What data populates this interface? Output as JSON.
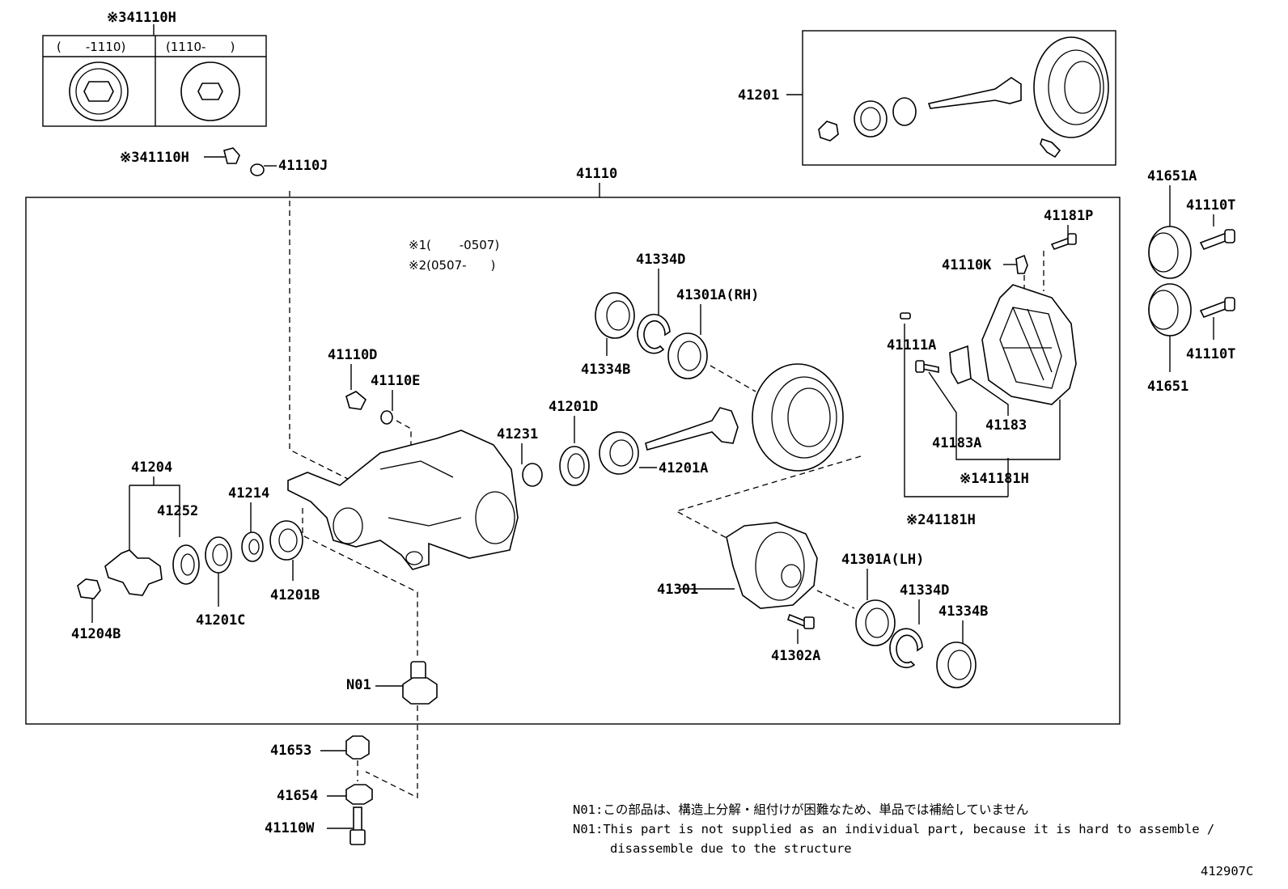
{
  "labels": {
    "p41110H_top": "※341110H",
    "inset_col1": "(　　-1110)",
    "inset_col2": "(1110-　　)",
    "p41110H": "※341110H",
    "p41110J": "41110J",
    "p41110": "41110",
    "p41201": "41201",
    "p41651A": "41651A",
    "p41110T_a": "41110T",
    "p41110T_b": "41110T",
    "p41651": "41651",
    "p41181P": "41181P",
    "p41110K": "41110K",
    "p41111A": "41111A",
    "p41183": "41183",
    "p41183A": "41183A",
    "p41181H_1": "※141181H",
    "p41181H_2": "※241181H",
    "note1": "※1(　　 -0507)",
    "note2": "※2(0507-　　)",
    "p41334D_a": "41334D",
    "p41301A_RH": "41301A(RH)",
    "p41334B_a": "41334B",
    "p41110D": "41110D",
    "p41110E": "41110E",
    "p41201D": "41201D",
    "p41231": "41231",
    "p41201A": "41201A",
    "p41204": "41204",
    "p41252": "41252",
    "p41214": "41214",
    "p41201B": "41201B",
    "p41201C": "41201C",
    "p41204B": "41204B",
    "p41301": "41301",
    "p41302A": "41302A",
    "p41301A_LH": "41301A(LH)",
    "p41334D_b": "41334D",
    "p41334B_b": "41334B",
    "pN01": "N01",
    "p41653": "41653",
    "p41654": "41654",
    "p41110W": "41110W"
  },
  "footnotes": {
    "jp": "N01:この部品は、構造上分解・組付けが困難なため、単品では補給していません",
    "en1": "N01:This part is not supplied as an individual part, because it is hard to assemble /",
    "en2": "disassemble due to the structure"
  },
  "figure_id": "412907C"
}
